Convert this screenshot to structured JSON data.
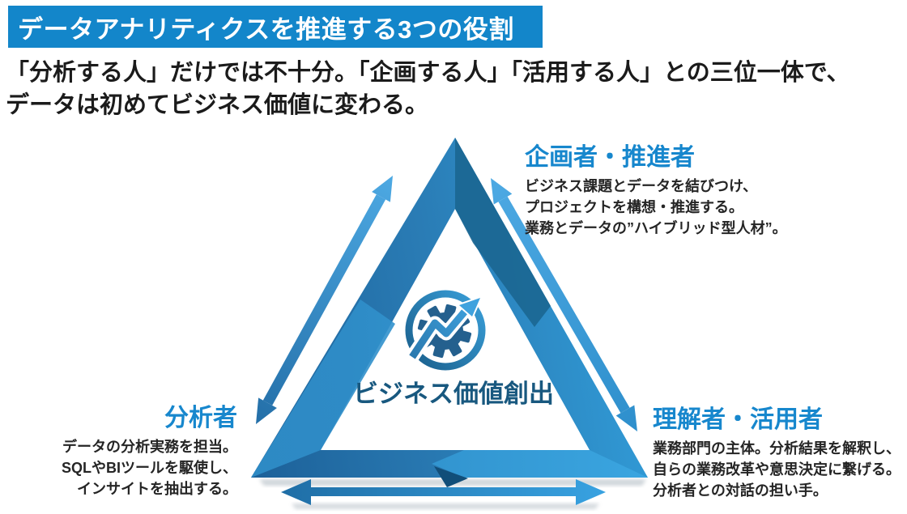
{
  "header": {
    "title": "データアナリティクスを推進する3つの役割",
    "bg_color": "#1386ca"
  },
  "intro": {
    "line1": "「分析する人」だけでは不十分。「企画する人」「活用する人」との三位一体で、",
    "line2": "データは初めてビジネス価値に変わる。"
  },
  "diagram": {
    "center": {
      "icon": "gear-growth-chart-icon",
      "label": "ビジネス価値創出",
      "label_color": "#18587f"
    },
    "roles": [
      {
        "id": "planner",
        "position": "top-right",
        "title": "企画者・推進者",
        "description_lines": [
          "ビジネス課題とデータを結びつけ、",
          "プロジェクトを構想・推進する。",
          "業務とデータの”ハイブリッド型人材”。"
        ]
      },
      {
        "id": "analyst",
        "position": "bottom-left",
        "title": "分析者",
        "description_lines": [
          "データの分析実務を担当。",
          "SQLやBIツールを駆使し、",
          "インサイトを抽出する。"
        ]
      },
      {
        "id": "understander-utilizer",
        "position": "bottom-right",
        "title": "理解者・活用者",
        "description_lines": [
          "業務部門の主体。分析結果を解釈し、",
          "自らの業務改革や意思決定に繋げる。",
          "分析者との対話の担い手。"
        ]
      }
    ],
    "arrows": [
      "left-edge-bidirectional-arrow",
      "right-edge-bidirectional-arrow",
      "bottom-bidirectional-arrow"
    ],
    "colors": {
      "role_title": "#1787cd",
      "triangle_dark": "#1d629a",
      "triangle_light": "#319cd8",
      "arrow_light": "#4da9e3"
    }
  }
}
